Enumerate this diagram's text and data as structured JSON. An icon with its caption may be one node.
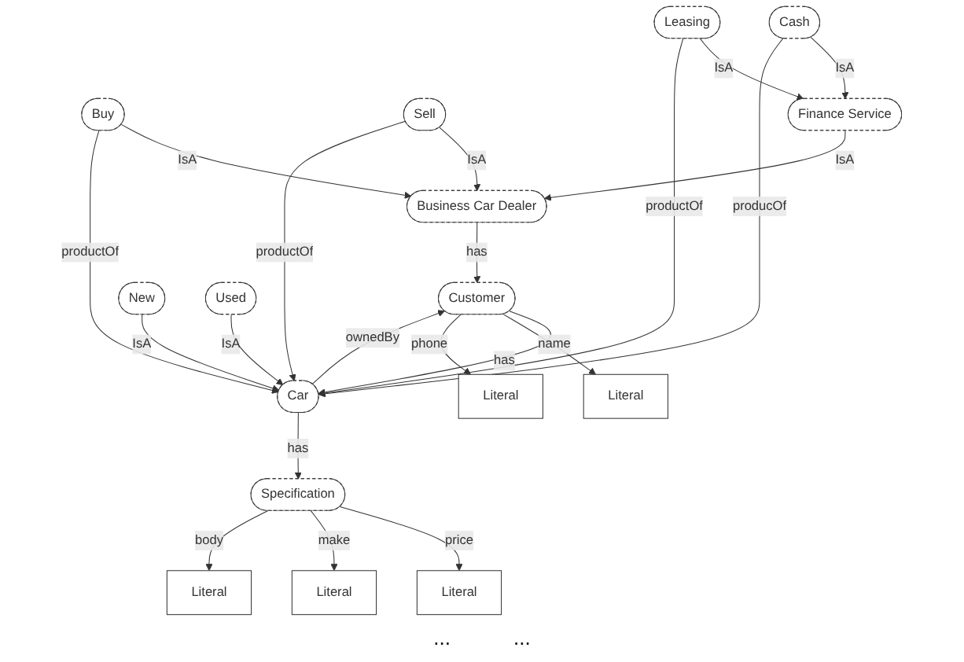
{
  "diagram": {
    "nodes": [
      {
        "text": [
          "Business Car Dealer"
        ]
      },
      {
        "text": [
          "Customer"
        ]
      },
      {
        "text": [
          "Buy"
        ]
      },
      {
        "text": [
          "Sell"
        ]
      },
      {
        "text": [
          "Car"
        ]
      },
      {
        "text": [
          "Literal"
        ]
      },
      {
        "text": [
          "Literal"
        ]
      },
      {
        "text": [
          "Finance Service"
        ]
      },
      {
        "text": [
          "New"
        ]
      },
      {
        "text": [
          "Used"
        ]
      },
      {
        "text": [
          "Cash"
        ]
      },
      {
        "text": [
          "Leasing"
        ]
      },
      {
        "text": [
          "Specification"
        ]
      },
      {
        "text": [
          "Literal"
        ]
      },
      {
        "text": [
          "Literal"
        ]
      },
      {
        "text": [
          "Literal"
        ]
      }
    ],
    "edges": [
      {
        "from": 0,
        "to": 1,
        "label": "has",
        "arrow": "to"
      },
      {
        "from": 1,
        "to": 4,
        "label": "has",
        "arrow": "to"
      },
      {
        "from": 4,
        "to": 1,
        "label": "ownedBy",
        "arrow": "to"
      },
      {
        "from": 1,
        "to": 5,
        "label": "name",
        "arrow": "to"
      },
      {
        "from": 1,
        "to": 6,
        "label": "phone",
        "arrow": "to"
      },
      {
        "from": 2,
        "to": 0,
        "label": "IsA",
        "arrow": "to"
      },
      {
        "from": 3,
        "to": 0,
        "label": "IsA",
        "arrow": "to"
      },
      {
        "from": 3,
        "to": 4,
        "label": "productOf",
        "arrow": "to"
      },
      {
        "from": 2,
        "to": 4,
        "label": "productOf",
        "arrow": "to"
      },
      {
        "from": 7,
        "to": 0,
        "label": "IsA",
        "arrow": "to"
      },
      {
        "from": 8,
        "to": 4,
        "label": "IsA",
        "arrow": "to"
      },
      {
        "from": 9,
        "to": 4,
        "label": "IsA",
        "arrow": "to"
      },
      {
        "from": 4,
        "to": 12,
        "label": "has",
        "arrow": "to"
      },
      {
        "from": 10,
        "to": 7,
        "label": "IsA",
        "arrow": "to"
      },
      {
        "from": 11,
        "to": 7,
        "label": "IsA",
        "arrow": "to"
      },
      {
        "from": 11,
        "to": 4,
        "label": "productOf",
        "arrow": "to"
      },
      {
        "from": 10,
        "to": 4,
        "label": "producOf",
        "arrow": "to"
      },
      {
        "from": 12,
        "to": 13,
        "label": "price",
        "arrow": "to"
      },
      {
        "from": 12,
        "to": 14,
        "label": "make",
        "arrow": "to"
      },
      {
        "from": 12,
        "to": 15,
        "label": "body",
        "arrow": "to"
      }
    ],
    "labels": [
      "...",
      "..."
    ]
  }
}
